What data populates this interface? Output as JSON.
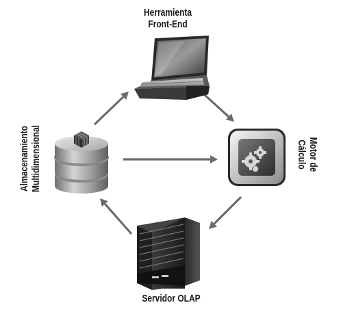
{
  "nodes": {
    "frontend": {
      "line1": "Herramienta",
      "line2": "Front-End",
      "icon": "laptop-icon"
    },
    "motor": {
      "line1": "Motor de",
      "line2": "Cálculo",
      "icon": "gears-icon"
    },
    "olap": {
      "label": "Servidor OLAP",
      "icon": "server-icon"
    },
    "almacen": {
      "line1": "Almacenamiento",
      "line2": "Multidimensional",
      "icon": "database-cube-icon"
    }
  },
  "edges": [
    {
      "from": "almacen",
      "to": "frontend"
    },
    {
      "from": "frontend",
      "to": "motor"
    },
    {
      "from": "almacen",
      "to": "motor"
    },
    {
      "from": "motor",
      "to": "olap"
    },
    {
      "from": "olap",
      "to": "almacen"
    }
  ],
  "colors": {
    "arrow": "#6b6b6b",
    "text": "#1a1a1a"
  }
}
